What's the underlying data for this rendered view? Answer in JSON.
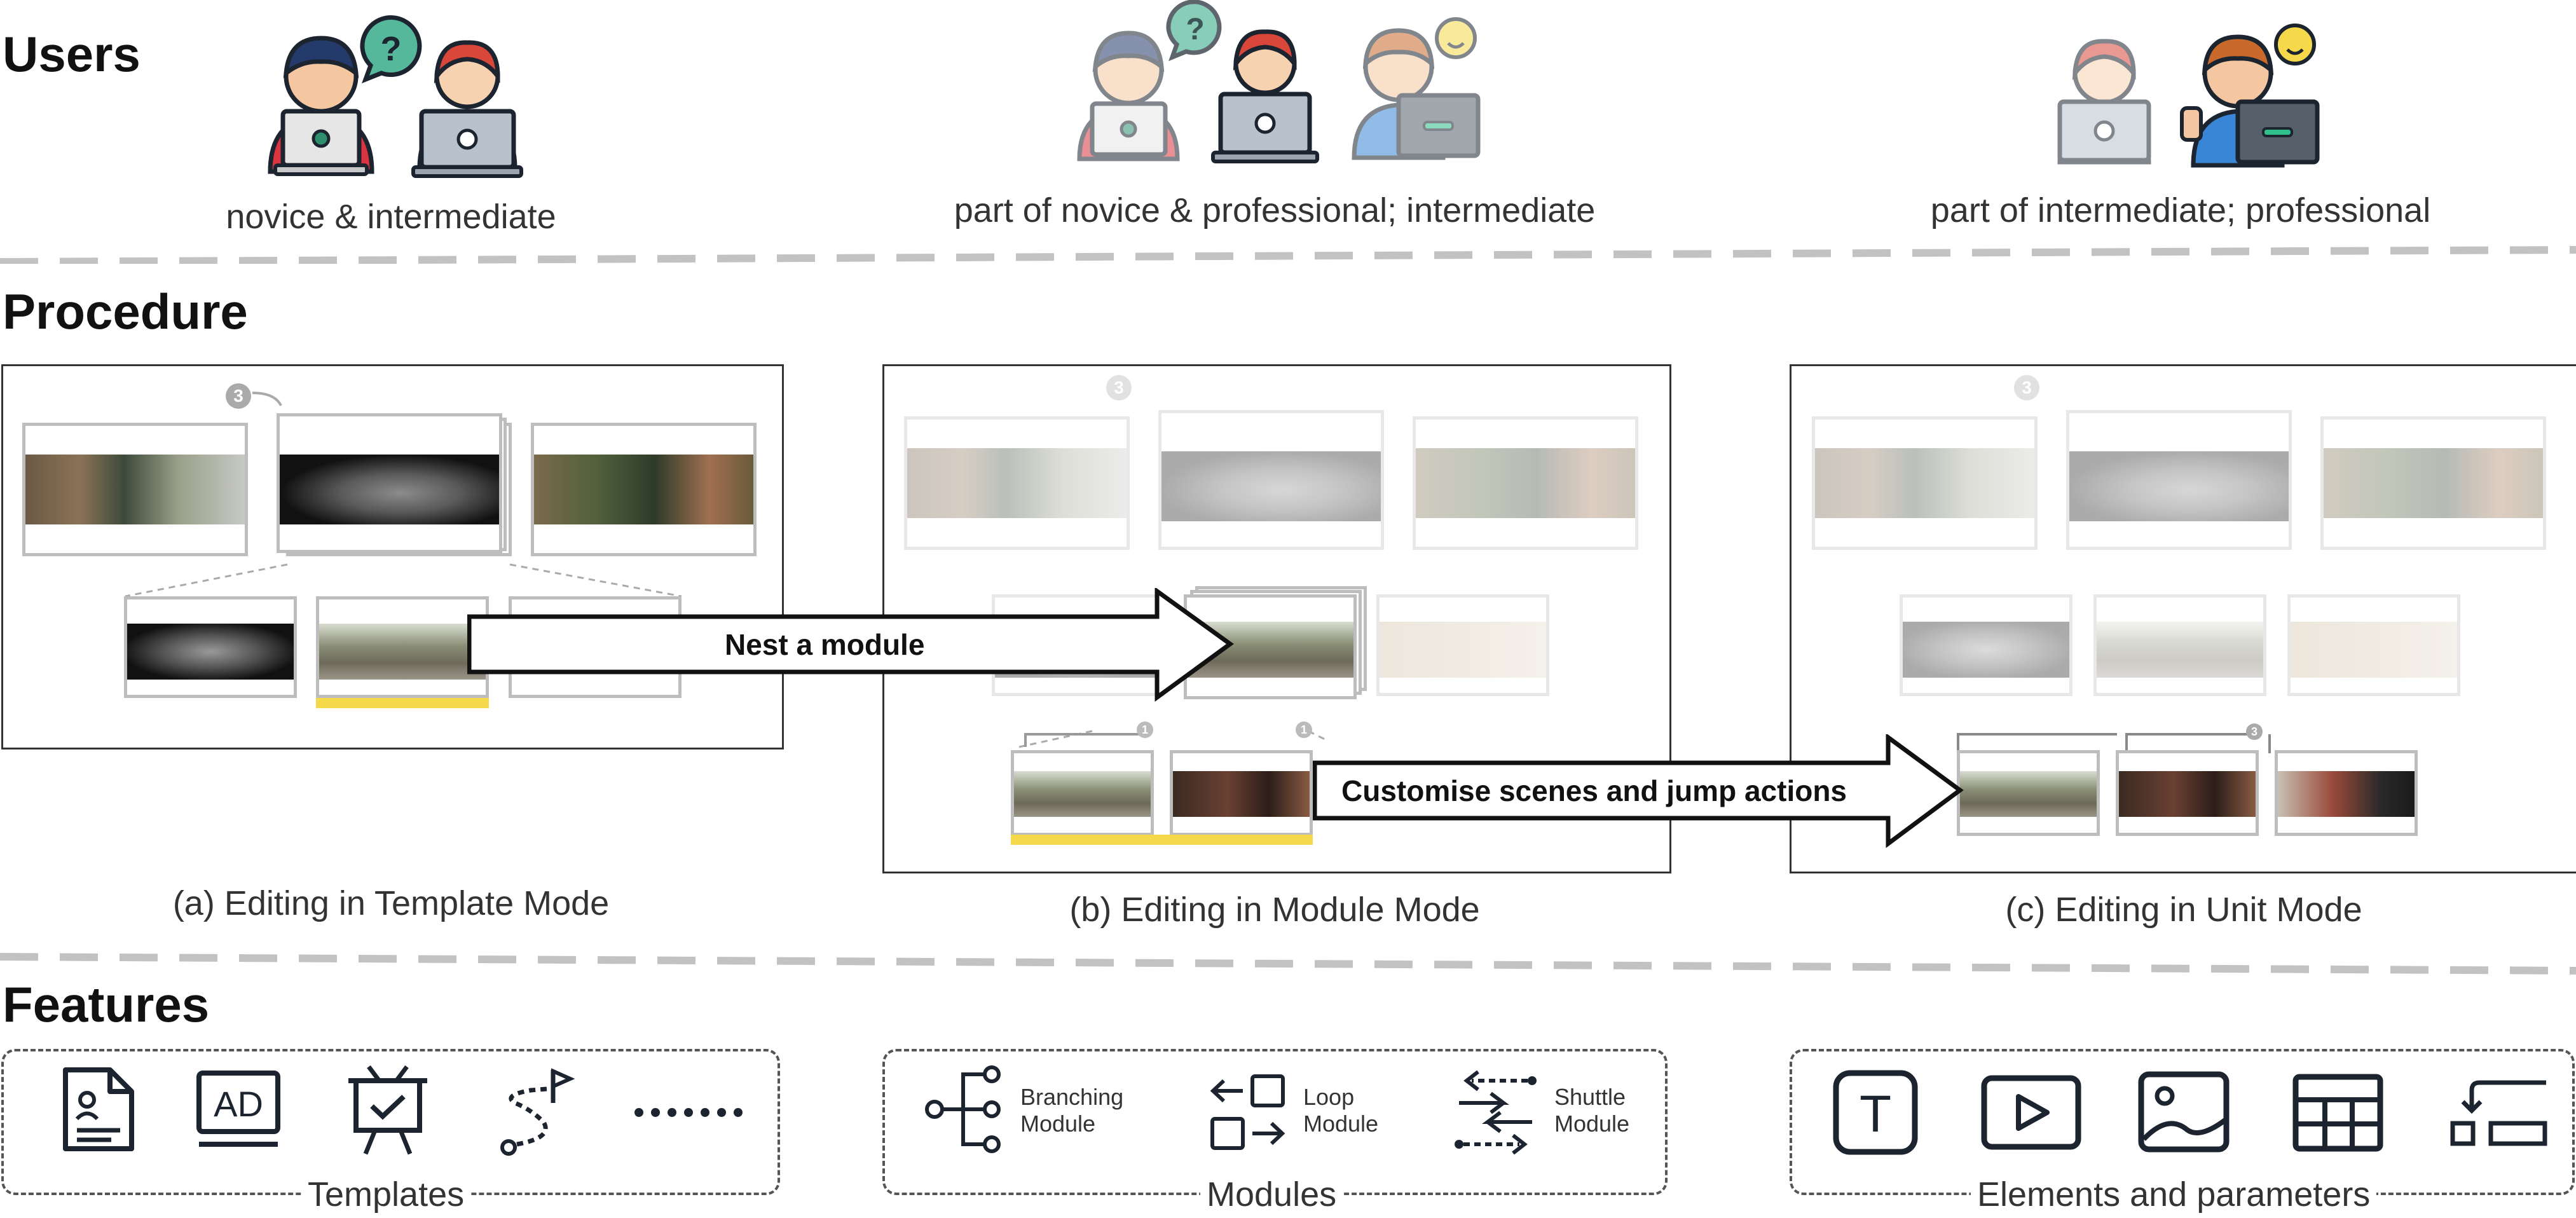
{
  "sections": {
    "users": "Users",
    "procedure": "Procedure",
    "features": "Features"
  },
  "users": {
    "group1": "novice & intermediate",
    "group2": "part of novice & professional; intermediate",
    "group3": "part of intermediate; professional"
  },
  "procedure": {
    "caption_a": "(a) Editing in Template Mode",
    "caption_b": "(b) Editing in Module Mode",
    "caption_c": "(c) Editing in Unit Mode",
    "arrow1": "Nest a module",
    "arrow2": "Customise scenes and jump actions",
    "badge_count": "3",
    "badge_one": "1"
  },
  "features": {
    "templates_label": "Templates",
    "modules_label": "Modules",
    "elements_label": "Elements and parameters",
    "branching_l1": "Branching",
    "branching_l2": "Module",
    "loop_l1": "Loop",
    "loop_l2": "Module",
    "shuttle_l1": "Shuttle",
    "shuttle_l2": "Module",
    "ad_text": "AD",
    "text_icon_letter": "T"
  },
  "colors": {
    "highlight": "#f5d94a",
    "dash": "#c2c2c2",
    "icon_stroke": "#1c2430"
  }
}
